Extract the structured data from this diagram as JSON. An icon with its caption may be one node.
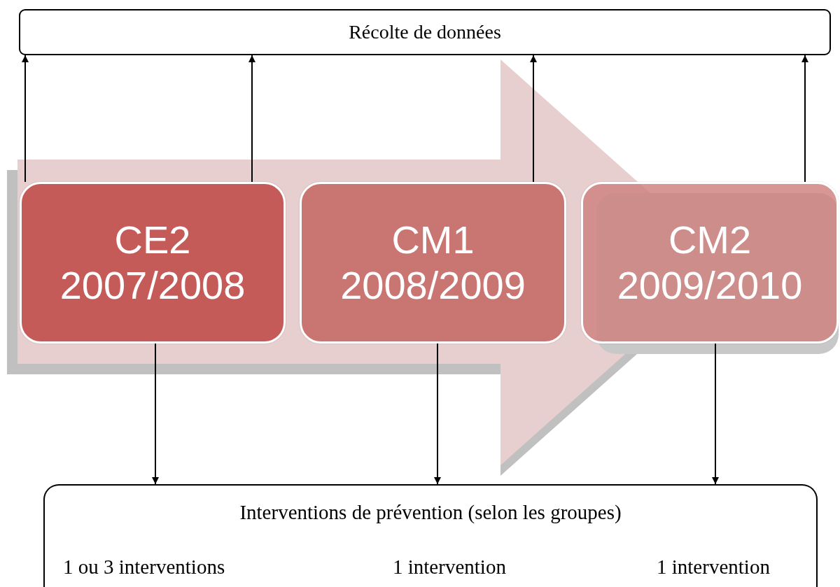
{
  "diagram": {
    "nodes": [
      {
        "text": [
          "Récolte de données"
        ]
      },
      {
        "text": [
          "CE2",
          "2007/2008"
        ]
      },
      {
        "text": [
          "CM1",
          "2008/2009"
        ]
      },
      {
        "text": [
          "CM2",
          "2009/2010"
        ]
      },
      {
        "text": [
          "Interventions de prévention (selon les groupes)",
          "1 ou 3 interventions",
          "1 intervention",
          "1 intervention"
        ]
      }
    ],
    "edges": [
      {
        "from": 1,
        "to": 0,
        "arrow": "to"
      },
      {
        "from": 1,
        "to": 0,
        "arrow": "to"
      },
      {
        "from": 2,
        "to": 0,
        "arrow": "to"
      },
      {
        "from": 3,
        "to": 0,
        "arrow": "to"
      },
      {
        "from": 1,
        "to": 4,
        "arrow": "to"
      },
      {
        "from": 2,
        "to": 4,
        "arrow": "to"
      },
      {
        "from": 3,
        "to": 4,
        "arrow": "to"
      },
      {
        "from": 1,
        "to": 3,
        "arrow": "to",
        "style": "thick"
      }
    ]
  }
}
